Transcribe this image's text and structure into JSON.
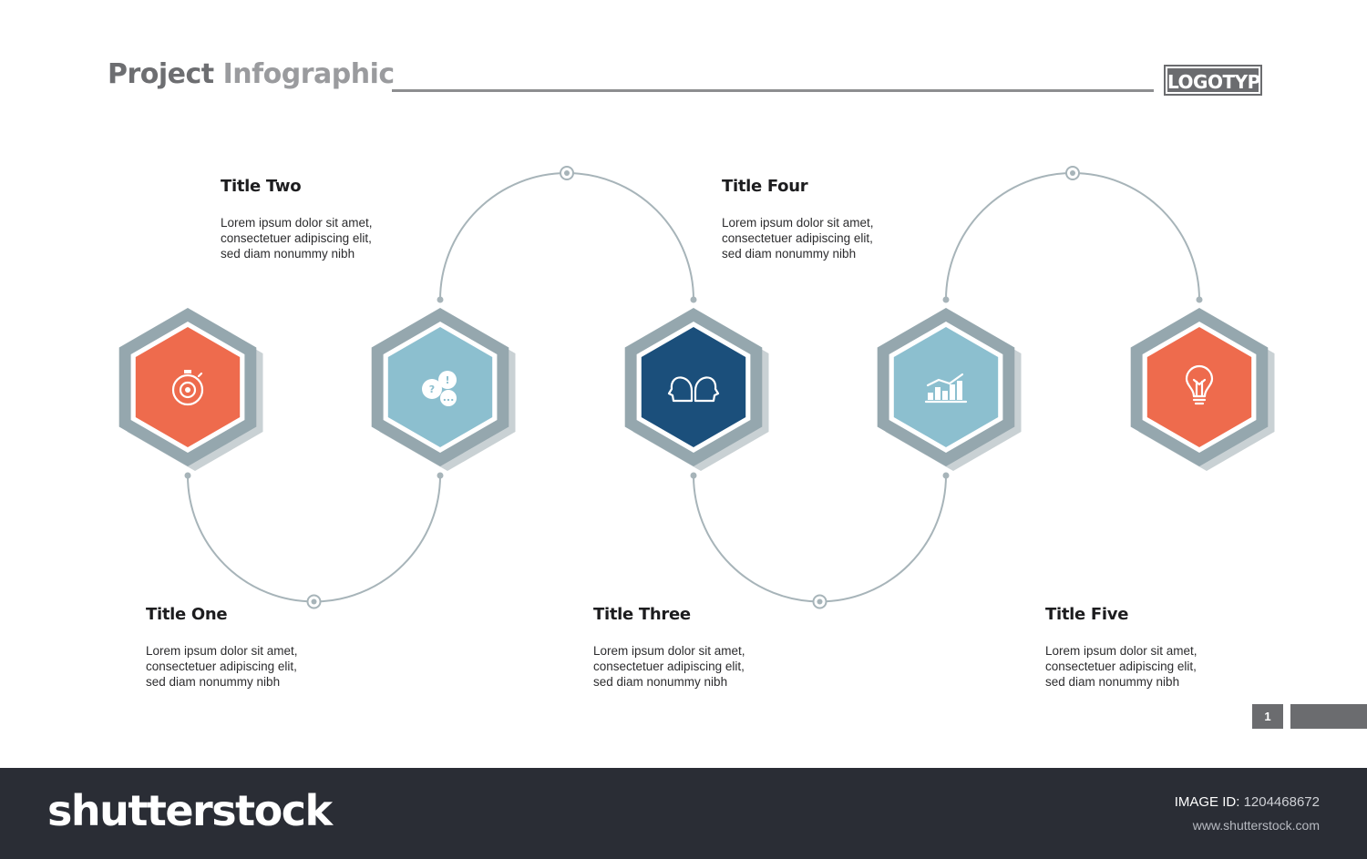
{
  "header": {
    "title_part1": "Project",
    "title_part2": "Infographic",
    "logo": "LOGOTYPE"
  },
  "steps": [
    {
      "title": "Title One",
      "text": "Lorem ipsum dolor sit amet,\nconsectetuer adipiscing elit,\nsed diam nonummy nibh",
      "color": "#ee6b4d",
      "icon": "stopwatch-icon"
    },
    {
      "title": "Title Two",
      "text": "Lorem ipsum dolor sit amet,\nconsectetuer adipiscing elit,\nsed diam nonummy nibh",
      "color": "#8cbfcf",
      "icon": "chat-bubbles-icon"
    },
    {
      "title": "Title Three",
      "text": "Lorem ipsum dolor sit amet,\nconsectetuer adipiscing elit,\nsed diam nonummy nibh",
      "color": "#1b4f7b",
      "icon": "two-heads-icon"
    },
    {
      "title": "Title Four",
      "text": "Lorem ipsum dolor sit amet,\nconsectetuer adipiscing elit,\nsed diam nonummy nibh",
      "color": "#8cbfcf",
      "icon": "bar-chart-icon"
    },
    {
      "title": "Title Five",
      "text": "Lorem ipsum dolor sit amet,\nconsectetuer adipiscing elit,\nsed diam nonummy nibh",
      "color": "#ee6b4d",
      "icon": "lightbulb-icon"
    }
  ],
  "colors": {
    "hex_frame": "#95a7ae",
    "connector": "#a7b4b9"
  },
  "page_number": "1",
  "footer": {
    "brand": "shutterstock",
    "image_id_label": "IMAGE ID:",
    "image_id": "1204468672",
    "site": "www.shutterstock.com"
  }
}
